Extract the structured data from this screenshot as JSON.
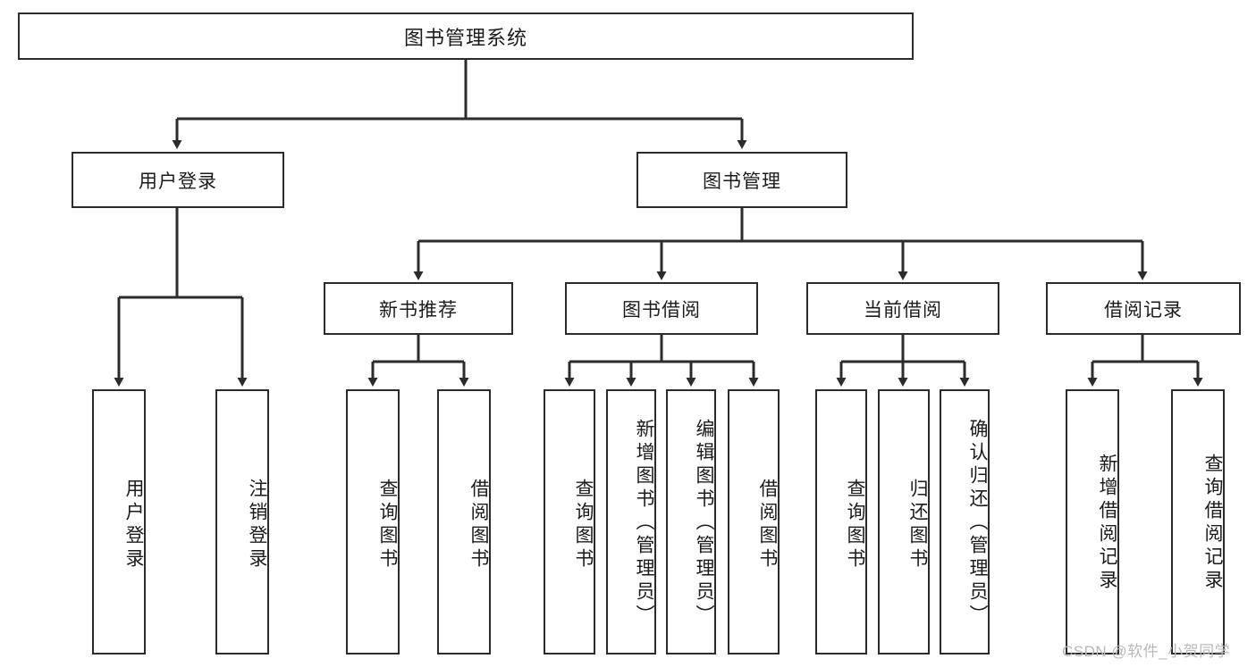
{
  "diagram": {
    "title": "图书管理系统",
    "type": "tree-hierarchy-diagram",
    "root": {
      "label": "图书管理系统"
    },
    "level2": [
      {
        "id": "user-login",
        "label": "用户登录"
      },
      {
        "id": "book-manage",
        "label": "图书管理"
      }
    ],
    "level3": [
      {
        "id": "new-book-recommend",
        "label": "新书推荐"
      },
      {
        "id": "book-borrow",
        "label": "图书借阅"
      },
      {
        "id": "current-borrow",
        "label": "当前借阅"
      },
      {
        "id": "borrow-record",
        "label": "借阅记录"
      }
    ],
    "leaves": {
      "user_login": [
        {
          "id": "leaf-user-login",
          "label": "用户登录"
        },
        {
          "id": "leaf-logout-login",
          "label": "注销登录"
        }
      ],
      "new_book_recommend": [
        {
          "id": "leaf-query-book-1",
          "label": "查询图书"
        },
        {
          "id": "leaf-borrow-book-1",
          "label": "借阅图书"
        }
      ],
      "book_borrow": [
        {
          "id": "leaf-query-book-2",
          "label": "查询图书"
        },
        {
          "id": "leaf-add-book",
          "label": "新增图书（管理员）"
        },
        {
          "id": "leaf-edit-book",
          "label": "编辑图书（管理员）"
        },
        {
          "id": "leaf-borrow-book-2",
          "label": "借阅图书"
        }
      ],
      "current_borrow": [
        {
          "id": "leaf-query-book-3",
          "label": "查询图书"
        },
        {
          "id": "leaf-return-book",
          "label": "归还图书"
        },
        {
          "id": "leaf-confirm-return",
          "label": "确认归还（管理员）"
        }
      ],
      "borrow_record": [
        {
          "id": "leaf-add-record",
          "label": "新增借阅记录"
        },
        {
          "id": "leaf-query-record",
          "label": "查询借阅记录"
        }
      ]
    }
  },
  "watermark": {
    "text": "CSDN @软件_小贺同学"
  },
  "colors": {
    "stroke": "#2b2b2b",
    "fill": "#ffffff",
    "text": "#1b1b1b",
    "watermark": "#b9b9b9"
  }
}
